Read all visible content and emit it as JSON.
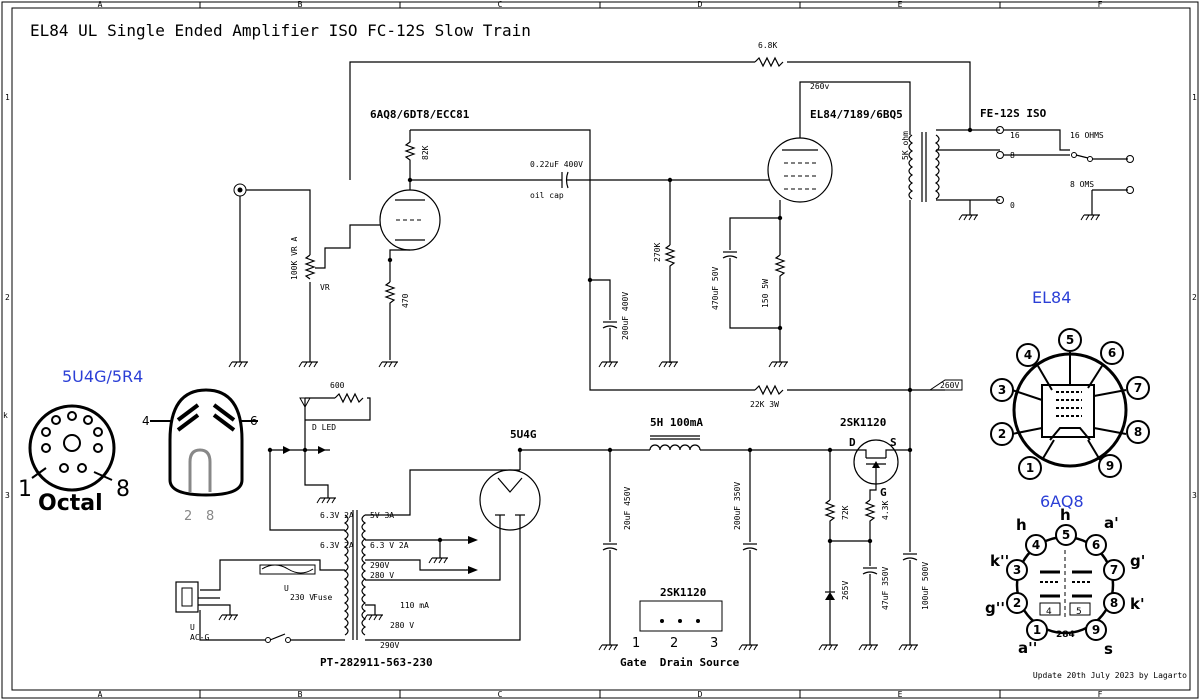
{
  "title": "EL84 UL Single Ended Amplifier ISO FC-12S  Slow Train",
  "footer": "Update 20th July 2023 by Lagarto",
  "border": {
    "cols": [
      "A",
      "B",
      "C",
      "D",
      "E",
      "F"
    ],
    "rows": [
      "1",
      "2",
      "k",
      "3"
    ]
  },
  "labels": {
    "r_feedback": "6.8K",
    "driver_tube": "6AQ8/6DT8/ECC81",
    "output_tube": "EL84/7189/6BQ5",
    "b_plus_260": "260v",
    "otx": "FE-12S ISO",
    "otx_primary": "5K ohm",
    "tap16": "16",
    "tap8": "8",
    "tap0": "0",
    "out16": "16 OHMS",
    "out8": "8 OMS",
    "r82k": "82K",
    "coupling_cap": "0.22uF 400V",
    "oil_cap": "oil cap",
    "vol_pot": "100K VR A",
    "vr": "VR",
    "r470": "470",
    "r270k": "270K",
    "c200_400": "200uF 400V",
    "c470_50": "470uF 50V",
    "r150": "150 5W",
    "r22k": "22K 3W",
    "v260": "260V",
    "r600": "600",
    "led": "D\nLED",
    "h63_2a_a": "6.3V 2A",
    "h63_2a_b": "6.3V 2A",
    "h63_2a_c": "6.3 V 2A",
    "v5_3a": "5V 3A",
    "v290a": "290V",
    "v280a": "280 V",
    "ma110": "110 mA",
    "v280b": "280 V",
    "v290b": "290V",
    "v230": "230 V",
    "fuse": "Fuse",
    "u1": "U",
    "u2": "U",
    "acg": "AC-G",
    "ptx": "PT-282911-563-230",
    "rect": "5U4G",
    "choke": "5H 100mA",
    "c20_450": "20uF 450V",
    "c200_350": "200uF 350V",
    "mosfet": "2SK1120",
    "d": "D",
    "s": "S",
    "g": "G",
    "r72k": "72K",
    "r43k": "4.3K",
    "z265": "265V",
    "c47_350": "47uF 350V",
    "c100_500": "100uF 500V",
    "pkg_title": "2SK1120",
    "pkg_pins": [
      "1",
      "2",
      "3"
    ],
    "pkg_names": "Gate  Drain Source"
  },
  "pinouts": {
    "rect_title": "5U4G/5R4",
    "rect_pin4": "4",
    "rect_pin6": "6",
    "rect_pin2": "2",
    "rect_pin8b": "8",
    "octal_1": "1",
    "octal_8": "8",
    "octal_word": "Octal",
    "el84_title": "EL84",
    "el84_pins": [
      "1",
      "2",
      "3",
      "4",
      "5",
      "6",
      "7",
      "8",
      "9"
    ],
    "aq8_title": "6AQ8",
    "aq8_pins": [
      "1",
      "2",
      "3",
      "4",
      "5",
      "6",
      "7",
      "8",
      "9"
    ],
    "aq8_letters": {
      "h_top": "h",
      "h_left": "h",
      "a1": "a'",
      "g1": "g'",
      "k1": "k'",
      "s": "s",
      "a2": "a''",
      "g2": "g''",
      "k2": "k''"
    },
    "aq8_inner": [
      "4",
      "5",
      "284"
    ]
  },
  "colors": {
    "ink": "#000000",
    "blue_label": "#2b3fd6",
    "paper": "#ffffff"
  }
}
